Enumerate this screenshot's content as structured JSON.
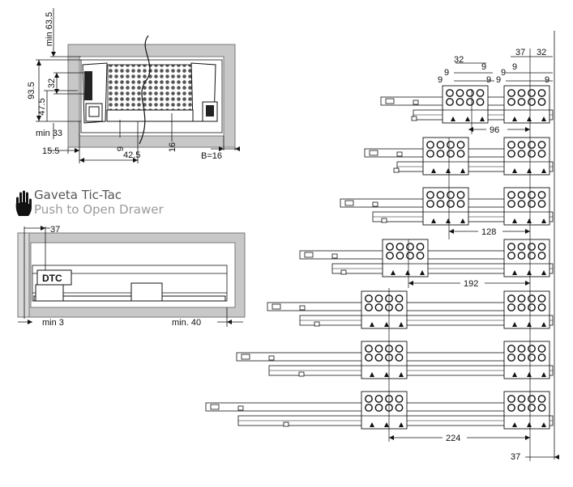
{
  "heading": {
    "title": "Gaveta Tic-Tac",
    "subtitle": "Push to Open Drawer",
    "icon": "hand-stop-icon"
  },
  "section_view": {
    "labels": {
      "min_top": "min 63.5",
      "height_total": "93.5",
      "height_mid": "32",
      "height_low": "47.5",
      "min_bottom": "min 33",
      "offset_left": "15.5",
      "width_a": "9",
      "width_b": "42.5",
      "width_c": "16",
      "board": "B=16"
    }
  },
  "push_view": {
    "labels": {
      "top_dim": "37",
      "brand": "DTC",
      "left_dim": "min 3",
      "right_dim": "min. 40"
    }
  },
  "runner_view": {
    "top_dims": {
      "d32_left": "32",
      "d9_a": "9",
      "d9_b": "9",
      "d9_c": "9",
      "d9_d": "9",
      "d37": "37",
      "d32_right": "32",
      "d9_e": "9",
      "d9_f": "9",
      "d9_g": "9",
      "d9_h": "9"
    },
    "spacings": [
      "96",
      "128",
      "192",
      "224"
    ],
    "bottom_dim": "37"
  },
  "colors": {
    "line": "#111111",
    "wall_fill": "#c8c8c8",
    "wall_stroke": "#777777",
    "heading_text": "#555555",
    "heading_sub": "#9a9a9a"
  }
}
